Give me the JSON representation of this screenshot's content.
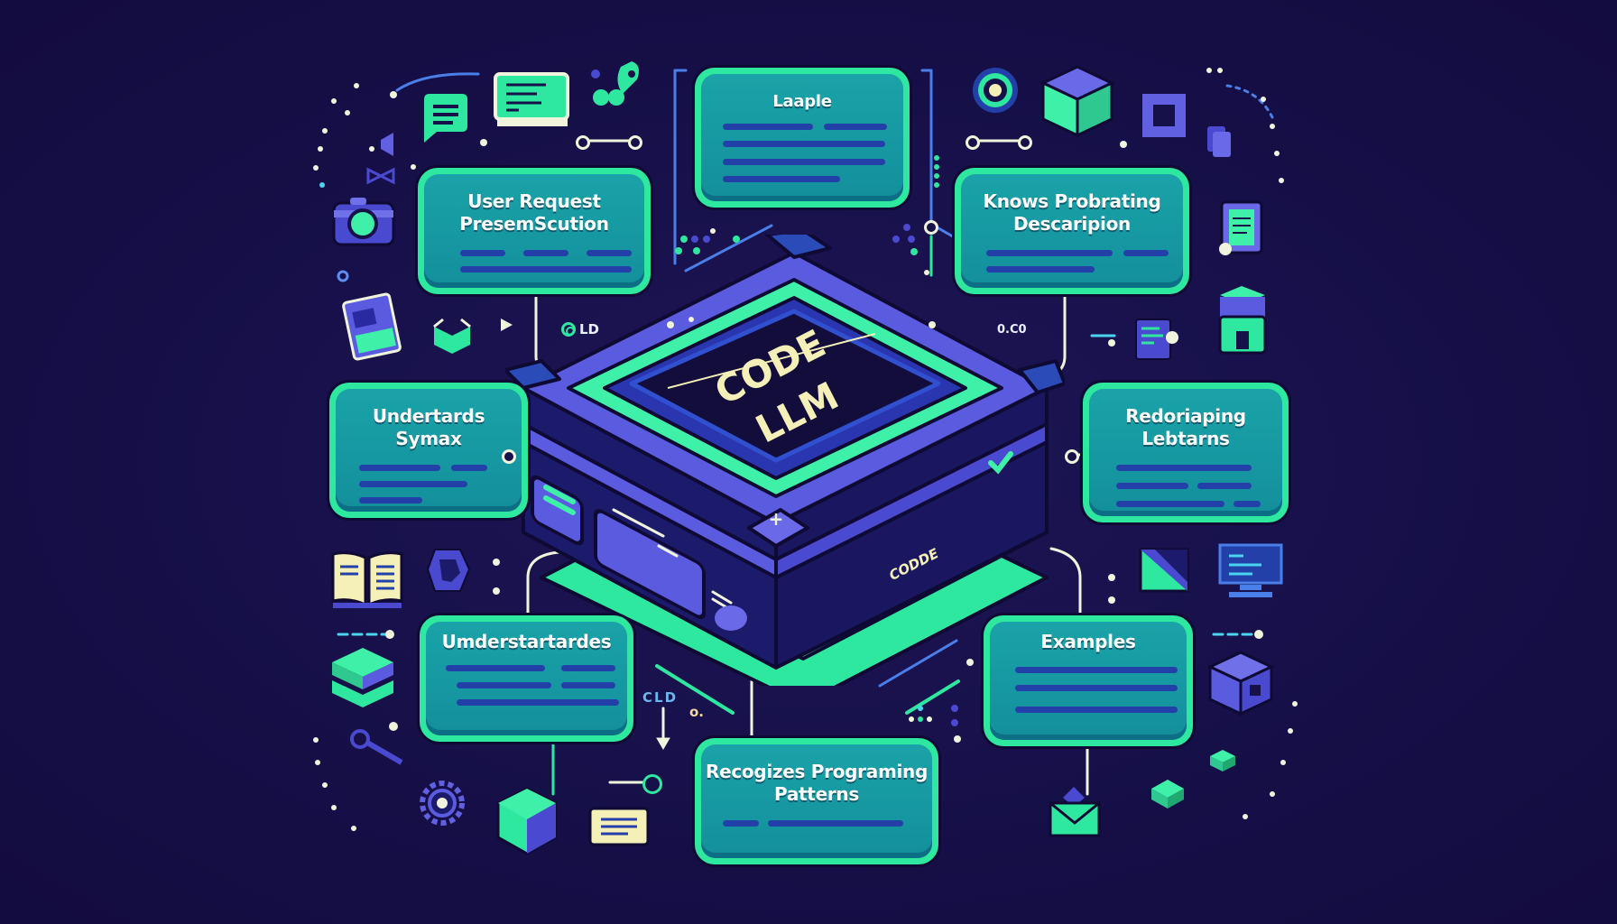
{
  "center": {
    "title_line1": "CODE",
    "title_line2": "LLM",
    "side_label": "CODDE"
  },
  "cards": [
    {
      "id": "top",
      "title": "Laaple"
    },
    {
      "id": "top-left",
      "title": "User Request\nPresemScution"
    },
    {
      "id": "top-right",
      "title": "Knows Probrating\nDescaripion"
    },
    {
      "id": "mid-left",
      "title": "Undertards\nSymax"
    },
    {
      "id": "mid-right",
      "title": "Redoriaping\nLebtarns"
    },
    {
      "id": "bottom-left",
      "title": "Umderstartardes"
    },
    {
      "id": "bottom-right",
      "title": "Examples"
    },
    {
      "id": "bottom",
      "title": "Recogizes Programing\nPatterns"
    }
  ],
  "labels": {
    "left_connector": "LD",
    "right_connector": "0.C0",
    "bottom_connector": "CLD",
    "bottom_small": "o."
  },
  "colors": {
    "background": "#17114a",
    "card_border": "#2ee8a0",
    "card_fill": "#1aa3a8",
    "accent_purple": "#5b5be0",
    "accent_green": "#3ef0a8",
    "text_cream": "#f4f0b8"
  }
}
